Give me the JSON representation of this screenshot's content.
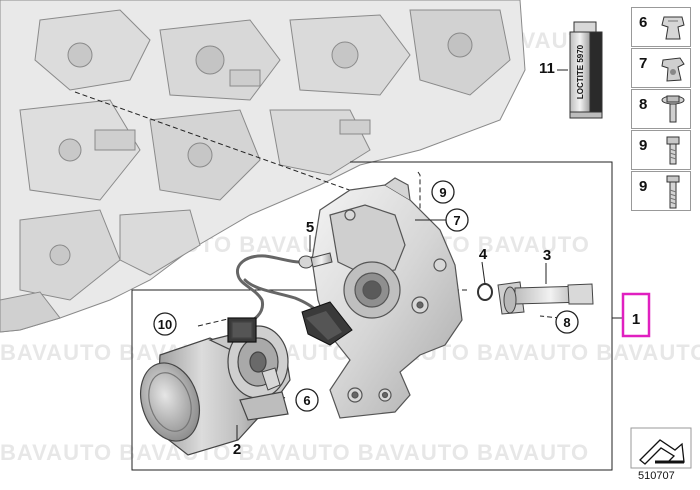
{
  "watermark": "BAVAUTO",
  "callouts": {
    "c1": "1",
    "c2": "2",
    "c3": "3",
    "c4": "4",
    "c5": "5",
    "c6": "6",
    "c7": "7",
    "c8": "8",
    "c9": "9",
    "c10": "10"
  },
  "accessory_label": "11",
  "tube_text": "LOCTITE 5970",
  "side_parts": [
    {
      "label": "6",
      "icon": "clip-icon"
    },
    {
      "label": "7",
      "icon": "clip-icon"
    },
    {
      "label": "8",
      "icon": "flange-bolt-icon"
    },
    {
      "label": "9",
      "icon": "bolt-icon"
    },
    {
      "label": "9",
      "icon": "bolt-icon"
    }
  ],
  "highlight_color": "#e020c0",
  "diagram_ref": "510707"
}
